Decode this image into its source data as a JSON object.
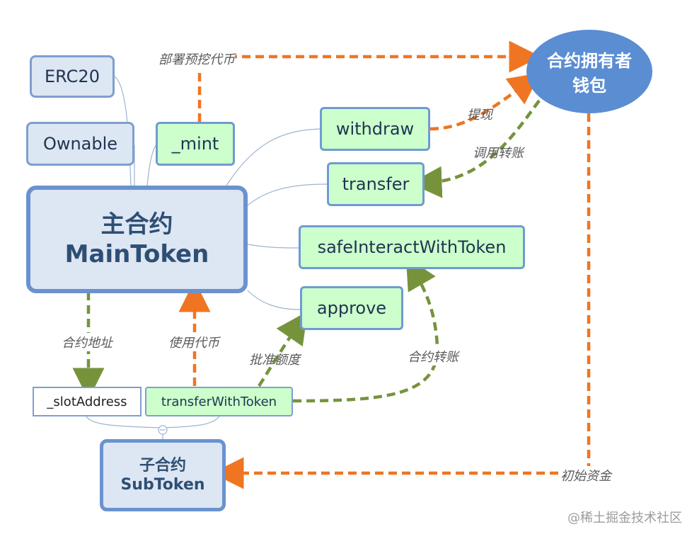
{
  "nodes": {
    "erc20": "ERC20",
    "ownable": "Ownable",
    "mint": "_mint",
    "main_line1": "主合约",
    "main_line2": "MainToken",
    "withdraw": "withdraw",
    "transfer": "transfer",
    "safe_interact": "safeInteractWithToken",
    "approve": "approve",
    "slot_address": "_slotAddress",
    "transfer_with_token": "transferWithToken",
    "sub_line1": "子合约",
    "sub_line2": "SubToken",
    "wallet_line1": "合约拥有者",
    "wallet_line2": "钱包"
  },
  "labels": {
    "deploy_mint": "部署预挖代币",
    "withdraw_label": "提现",
    "call_transfer": "调用转账",
    "contract_address": "合约地址",
    "use_token": "使用代币",
    "approve_quota": "批准额度",
    "contract_transfer": "合约转账",
    "initial_funds": "初始资金"
  },
  "collapse_symbol": "−",
  "watermark": "@稀土掘金技术社区",
  "colors": {
    "orange_arrow": "#f07522",
    "green_arrow": "#76933c",
    "connector": "#9db3d3"
  }
}
